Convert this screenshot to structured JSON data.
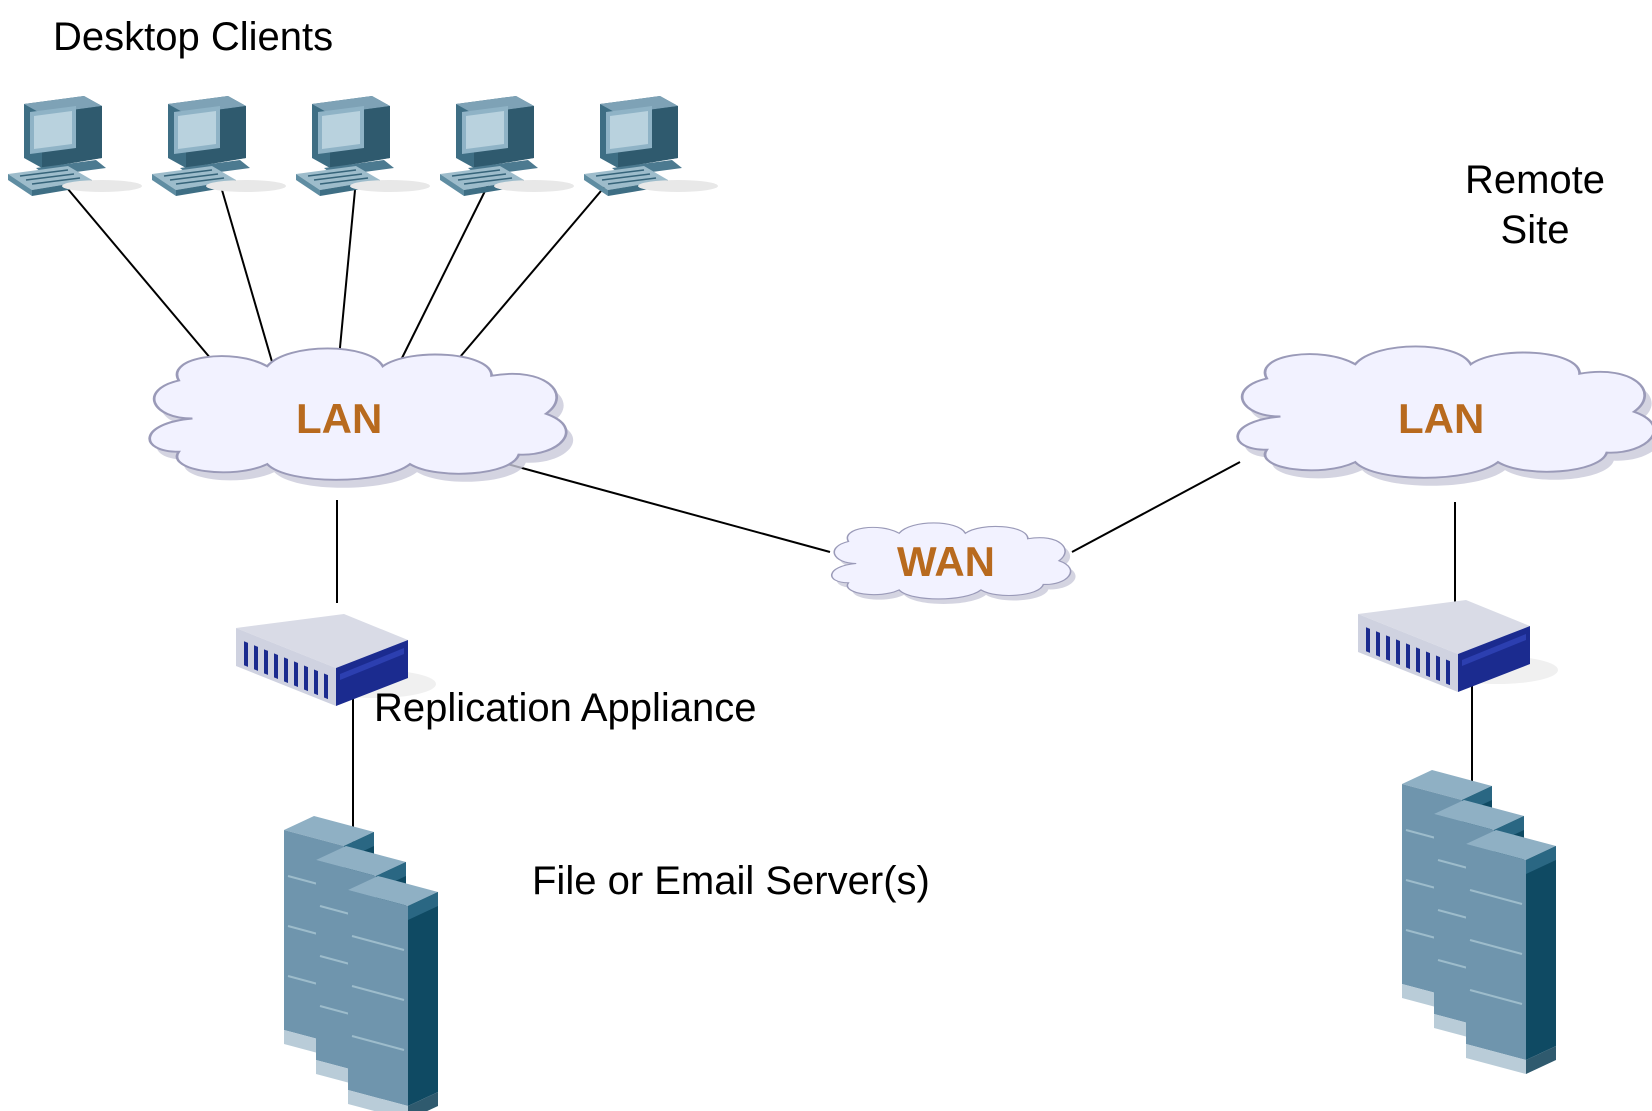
{
  "labels": {
    "desktop_clients": "Desktop Clients",
    "remote_site_line1": "Remote",
    "remote_site_line2": "Site",
    "replication_appliance": "Replication Appliance",
    "file_email_servers": "File or Email Server(s)"
  },
  "networks": {
    "lan_local": "LAN",
    "lan_remote": "LAN",
    "wan": "WAN"
  },
  "icons": {
    "desktop": "desktop-computer-icon",
    "cloud": "network-cloud-icon",
    "appliance": "rack-appliance-icon",
    "server": "server-tower-icon"
  },
  "colors": {
    "network_label": "#b86a1e",
    "cloud_fill": "#f2f2ff",
    "cloud_stroke": "#9a9ab8",
    "server_dark": "#0f4a63",
    "server_light": "#6f95ad",
    "appliance_blue": "#1a2a8c"
  }
}
